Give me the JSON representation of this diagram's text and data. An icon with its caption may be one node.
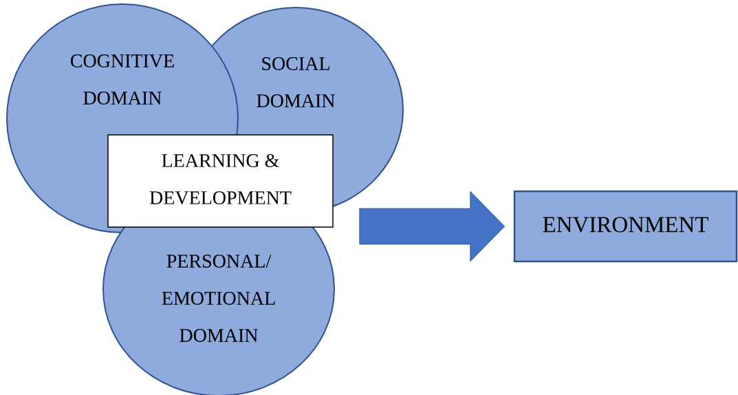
{
  "diagram": {
    "nodes": [
      {
        "text": [
          "COGNITIVE DOMAIN"
        ]
      },
      {
        "text": [
          "SOCIAL DOMAIN"
        ]
      },
      {
        "text": [
          "LEARNING & DEVELOPMENT"
        ]
      },
      {
        "text": [
          "PERSONAL/ EMOTIONAL DOMAIN"
        ]
      },
      {
        "text": [
          "ENVIRONMENT"
        ]
      }
    ],
    "edges": [
      {
        "from": 2,
        "to": 4,
        "arrow": "to"
      }
    ]
  }
}
